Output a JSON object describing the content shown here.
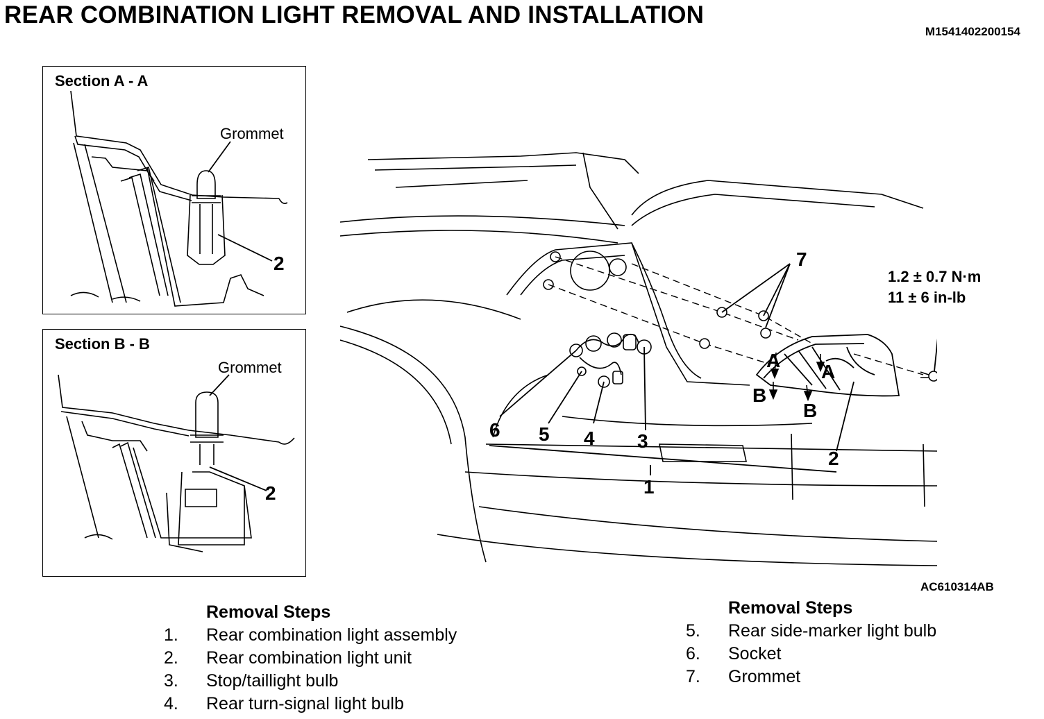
{
  "header": {
    "title": "REAR COMBINATION LIGHT REMOVAL AND INSTALLATION",
    "doc_id": "M1541402200154"
  },
  "figure_id": "AC610314AB",
  "section_a": {
    "title": "Section A - A",
    "grommet_label": "Grommet",
    "part_label": "2"
  },
  "section_b": {
    "title": "Section B - B",
    "grommet_label": "Grommet",
    "part_label": "2"
  },
  "main_view": {
    "torque_nm": "1.2 ± 0.7 N·m",
    "torque_inlb": "11 ± 6 in-lb",
    "callouts": [
      "1",
      "2",
      "3",
      "4",
      "5",
      "6",
      "7"
    ],
    "section_marks": [
      "A",
      "A",
      "B",
      "B"
    ]
  },
  "removal_steps_left": {
    "heading": "Removal Steps",
    "items": [
      {
        "num": "1.",
        "text": "Rear combination light assembly"
      },
      {
        "num": "2.",
        "text": "Rear combination light unit"
      },
      {
        "num": "3.",
        "text": "Stop/taillight bulb"
      },
      {
        "num": "4.",
        "text": "Rear turn-signal light bulb"
      }
    ]
  },
  "removal_steps_right": {
    "heading": "Removal Steps",
    "items": [
      {
        "num": "5.",
        "text": "Rear side-marker light bulb"
      },
      {
        "num": "6.",
        "text": "Socket"
      },
      {
        "num": "7.",
        "text": "Grommet"
      }
    ]
  }
}
